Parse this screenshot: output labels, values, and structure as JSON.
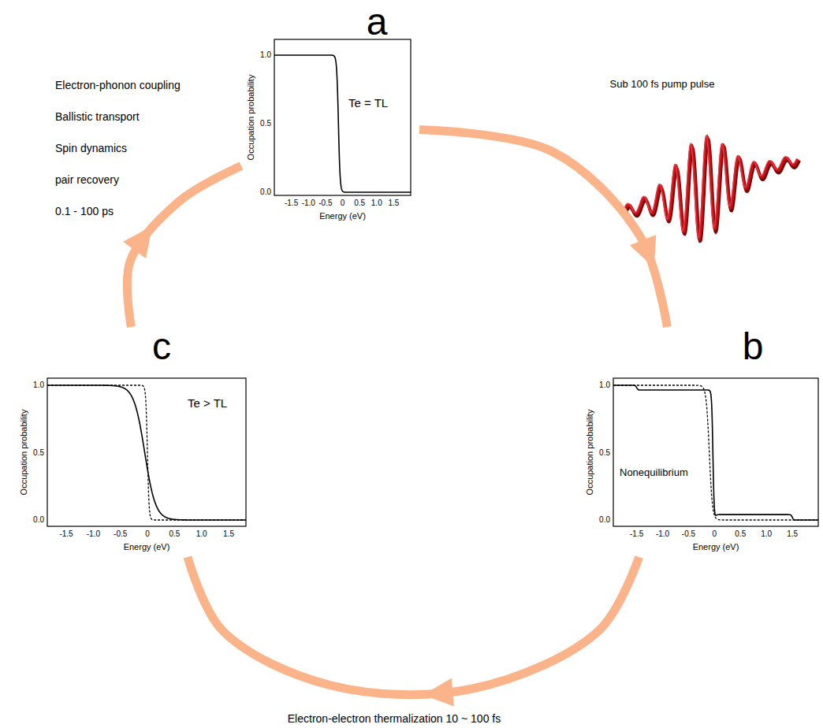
{
  "diagram": {
    "nodes": [
      {
        "text": [
          "a",
          "Occupation probability",
          "Energy (eV)",
          "Te = TL",
          "1.0",
          "0.5",
          "0.0",
          "-1.5",
          "-1.0",
          "-0.5",
          "0",
          "0.5",
          "1.0",
          "1.5"
        ]
      },
      {
        "text": [
          "b",
          "Occupation probability",
          "Energy (eV)",
          "Nonequilibrium",
          "1.0",
          "0.5",
          "0.0",
          "-1.5",
          "-1.0",
          "-0.5",
          "0",
          "0.5",
          "1.0",
          "1.5"
        ]
      },
      {
        "text": [
          "c",
          "Occupation probability",
          "Energy (eV)",
          "Te > TL",
          "1.0",
          "0.5",
          "0.0",
          "-1.5",
          "-1.0",
          "-0.5",
          "0",
          "0.5",
          "1.0",
          "1.5"
        ]
      }
    ],
    "edges": [
      {
        "from": 0,
        "to": 1,
        "arrow": "to"
      },
      {
        "from": 1,
        "to": 2,
        "arrow": "to",
        "label": "Electron-electron thermalization 10 ~ 100 fs"
      },
      {
        "from": 2,
        "to": 0,
        "arrow": "to"
      }
    ],
    "labels": [
      "Sub 100 fs pump pulse",
      "Electron-phonon coupling",
      "Ballistic transport",
      "Spin dynamics",
      "pair recovery",
      "0.1 - 100 ps"
    ]
  }
}
